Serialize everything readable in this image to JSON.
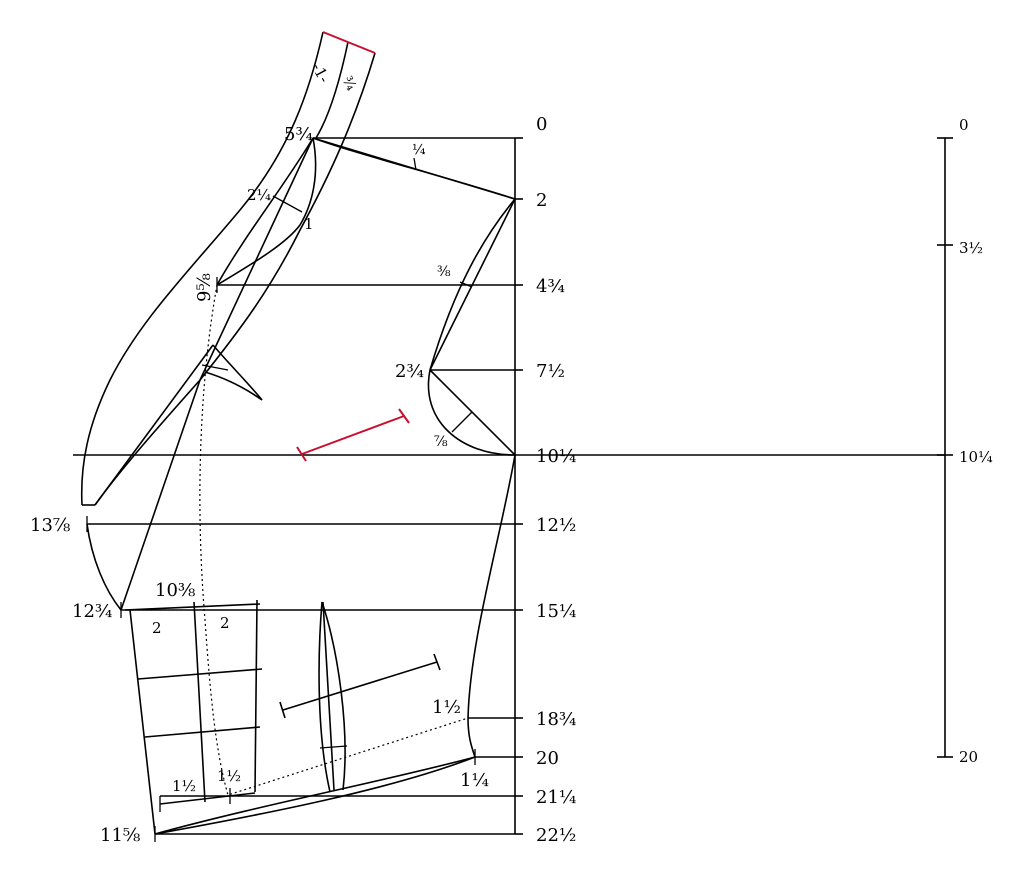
{
  "diagram": {
    "colors": {
      "lines": "#000000",
      "accent": "#c8102e",
      "background": "#ffffff"
    },
    "center_scale": [
      "0",
      "2",
      "4¾",
      "7½",
      "10¼",
      "12½",
      "15¼",
      "18¾",
      "20",
      "21¼",
      "22½"
    ],
    "right_scale": [
      "0",
      "3½",
      "10¼",
      "20"
    ],
    "pattern_labels": {
      "shoulder_top": "5¾",
      "shoulder_dart": "¼",
      "neck_width": "2¼",
      "neck_depth": "1",
      "strap_left": "-1-",
      "strap_right": "¾",
      "armhole_point": "9⁵⁄₈",
      "armhole_dart": "⅜",
      "side_curve": "2¾",
      "side_seam": "⅞",
      "chest_width": "13⅞",
      "waist_width": "12¾",
      "pocket_width": "10⅜",
      "pocket_left": "2",
      "pocket_right": "2",
      "hip_mark": "1½",
      "hem_side": "1¼",
      "hem_left_a": "1½",
      "hem_left_b": "1½",
      "hem_width": "11⅝"
    }
  }
}
